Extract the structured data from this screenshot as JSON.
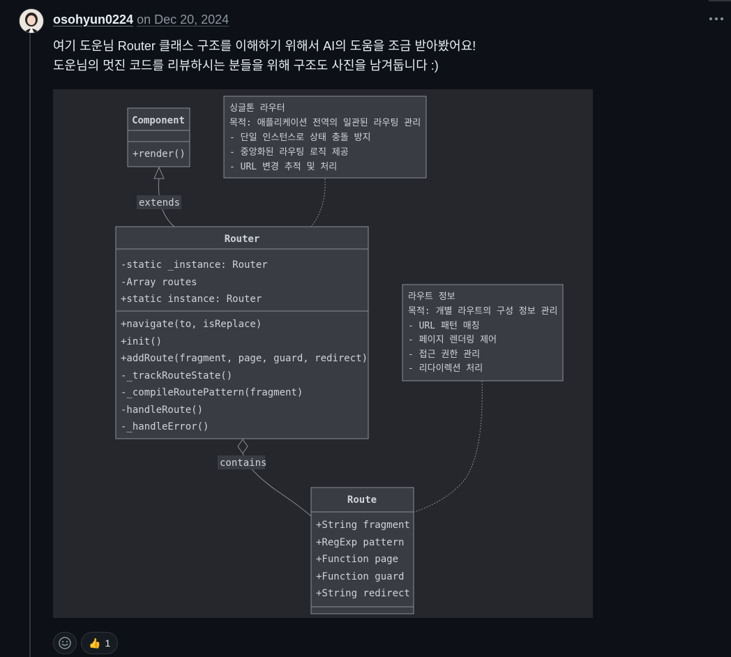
{
  "comment": {
    "author": "osohyun0224",
    "date_prefix": "on",
    "date": "Dec 20, 2024",
    "more_icon": "kebab-horizontal-icon",
    "body_lines": [
      "여기 도운님 Router 클래스 구조를 이해하기 위해서 AI의 도움을 조금 받아봤어요!",
      "도운님의 멋진 코드를 리뷰하시는 분들을 위해 구조도 사진을 남겨둡니다 :)"
    ]
  },
  "diagram": {
    "component": {
      "title": "Component",
      "methods": [
        "+render()"
      ]
    },
    "router": {
      "title": "Router",
      "fields": [
        "-static _instance: Router",
        "-Array routes",
        "+static instance: Router"
      ],
      "methods": [
        "+navigate(to, isReplace)",
        "+init()",
        "+addRoute(fragment, page, guard, redirect)",
        "-_trackRouteState()",
        "-_compileRoutePattern(fragment)",
        "-handleRoute()",
        "-_handleError()"
      ]
    },
    "route": {
      "title": "Route",
      "fields": [
        "+String fragment",
        "+RegExp pattern",
        "+Function page",
        "+Function guard",
        "+String redirect"
      ]
    },
    "note_router": [
      "싱글톤 라우터",
      "목적: 애플리케이션 전역의 일관된 라우팅 관리",
      "- 단일 인스턴스로 상태 충돌 방지",
      "- 중앙화된 라우팅 로직 제공",
      "- URL 변경 추적 및 처리"
    ],
    "note_route": [
      "라우트 정보",
      "목적: 개별 라우트의 구성 정보 관리",
      "- URL 패턴 매칭",
      "- 페이지 렌더링 제어",
      "- 접근 권한 관리",
      "- 리다이렉션 처리"
    ],
    "label_extends": "extends",
    "label_contains": "contains"
  },
  "reactions": {
    "add_icon": "smiley-icon",
    "thumbs_icon": "thumbs-up-icon",
    "thumbs_emoji": "👍",
    "thumbs_count": "1"
  }
}
